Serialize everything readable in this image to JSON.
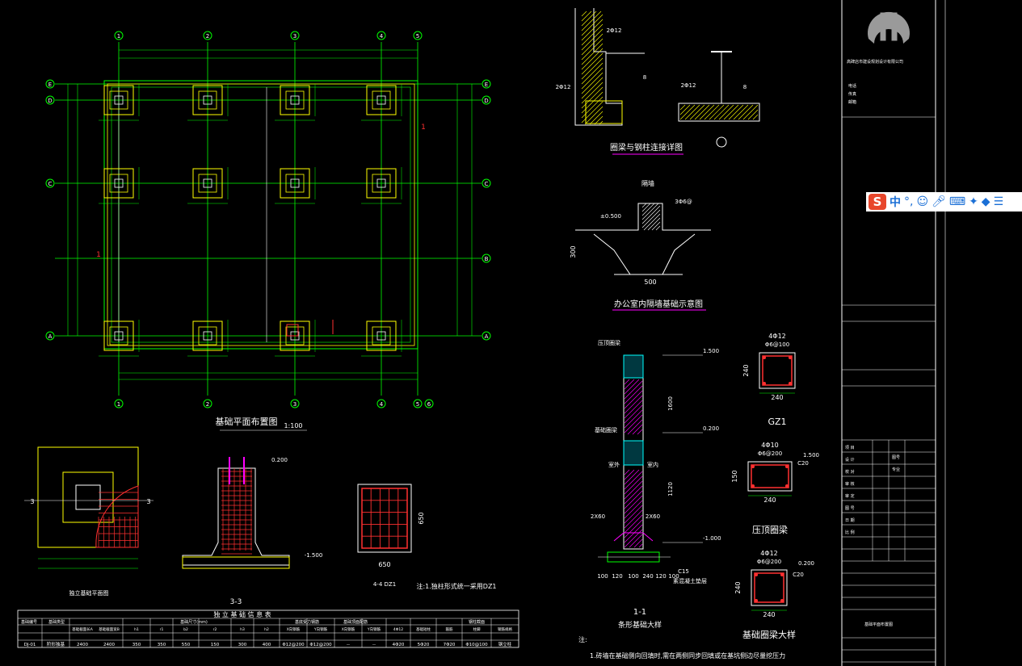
{
  "colors": {
    "bg": "#000000",
    "cyan": "#00ffff",
    "yellow": "#ffff00",
    "green": "#00ff00",
    "red": "#ff3030",
    "white": "#ffffff",
    "magenta": "#ff00ff",
    "gray": "#9a9a9a"
  },
  "plan": {
    "title": "基础平面布置图",
    "scale": "1:100",
    "col_axes": [
      "1",
      "2",
      "3",
      "4",
      "5"
    ],
    "row_axes_left": [
      "E",
      "D",
      "C",
      "A"
    ],
    "row_axes_right": [
      "E",
      "D",
      "C",
      "B",
      "A"
    ],
    "bottom_extra_axis": "6",
    "red_labels": [
      "1",
      "1"
    ]
  },
  "detail1": {
    "title": "圈梁与钢柱连接详图",
    "labels": [
      "2Φ12",
      "2Φ12",
      "8",
      "2Φ12",
      "8"
    ]
  },
  "detail2": {
    "title": "办公室内隔墙基础示意图",
    "labels": [
      "隔墙",
      "±0.500",
      "300",
      "500",
      "3Φ6@"
    ]
  },
  "section11": {
    "title": "1-1",
    "subtitle": "条形基础大样",
    "elev": [
      "1.500",
      "0.200",
      "-1.000"
    ],
    "dims": [
      "1600",
      "1120",
      "100",
      "120",
      "100",
      "240",
      "120",
      "100"
    ],
    "labels": [
      "压顶圈梁",
      "基础圈梁",
      "室外",
      "室内",
      "2X60",
      "2X60",
      "C15",
      "素混凝土垫层"
    ]
  },
  "gz1": {
    "title": "GZ1",
    "top": "4Φ12",
    "stirrup": "Φ6@100",
    "w": "240",
    "h": "240"
  },
  "yd": {
    "title": "压顶圈梁",
    "top": "4Φ10",
    "stirrup": "Φ6@200",
    "h": "150",
    "w": "240",
    "c": "C20",
    "elev": "1.500"
  },
  "jc": {
    "title": "基础圈梁大样",
    "top": "4Φ12",
    "stirrup": "Φ6@200",
    "h": "240",
    "w": "240",
    "c": "C20",
    "elev": "0.200"
  },
  "footing": {
    "title": "独立基础平面图"
  },
  "section33": {
    "title": "3-3",
    "elev": [
      "0.200",
      "-1.500"
    ]
  },
  "section44": {
    "title": "4-4 DZ1",
    "w": "650",
    "h": "650",
    "note": "注:1.独柱形式统一采用DZ1"
  },
  "table": {
    "title": "独 立 基 础 信 息 表",
    "headers": [
      "基础编号",
      "基础类型",
      "基础尺寸(mm)",
      "基底受力钢筋",
      "基础顶面配筋",
      "钢柱截面"
    ],
    "subheaders": [
      "基础截面长A",
      "基础截面宽B",
      "h1",
      "r1",
      "b2",
      "r2",
      "h3",
      "h2",
      "X向钢筋",
      "Y向钢筋",
      "X向钢筋",
      "Y向钢筋",
      "4Φ12",
      "基础短柱",
      "箍筋",
      "柱脚",
      "钢筋规格"
    ],
    "row": [
      "DJ-01",
      "阶形独基",
      "2400",
      "2400",
      "350",
      "350",
      "550",
      "150",
      "300",
      "400",
      "Φ12@200",
      "Φ12@200",
      "--",
      "--",
      "4Φ20",
      "5Φ20",
      "7Φ20",
      "Φ10@100",
      "钢立柱"
    ]
  },
  "notes": {
    "label": "注:",
    "line1": "1.砖墙在基础侧向回填时,需在两侧同步回填或在基坑侧边尽量挖压力"
  },
  "titleblock": {
    "company": "高碑店市建设规划设计有限公司",
    "labels": [
      "电话",
      "传真",
      "邮箱"
    ],
    "rows": [
      "项 目",
      "设 计",
      "校 对",
      "审 核",
      "审 定",
      "图 号",
      "日 期",
      "比 例"
    ],
    "drawing_name": "基础平面布置图",
    "right_vals": [
      "图号",
      "专业"
    ]
  },
  "ime": {
    "logo": "S",
    "lang": "中",
    "punct": "°,",
    "icons": [
      "emoji",
      "mic",
      "keyboard",
      "tools",
      "skin",
      "menu"
    ]
  }
}
